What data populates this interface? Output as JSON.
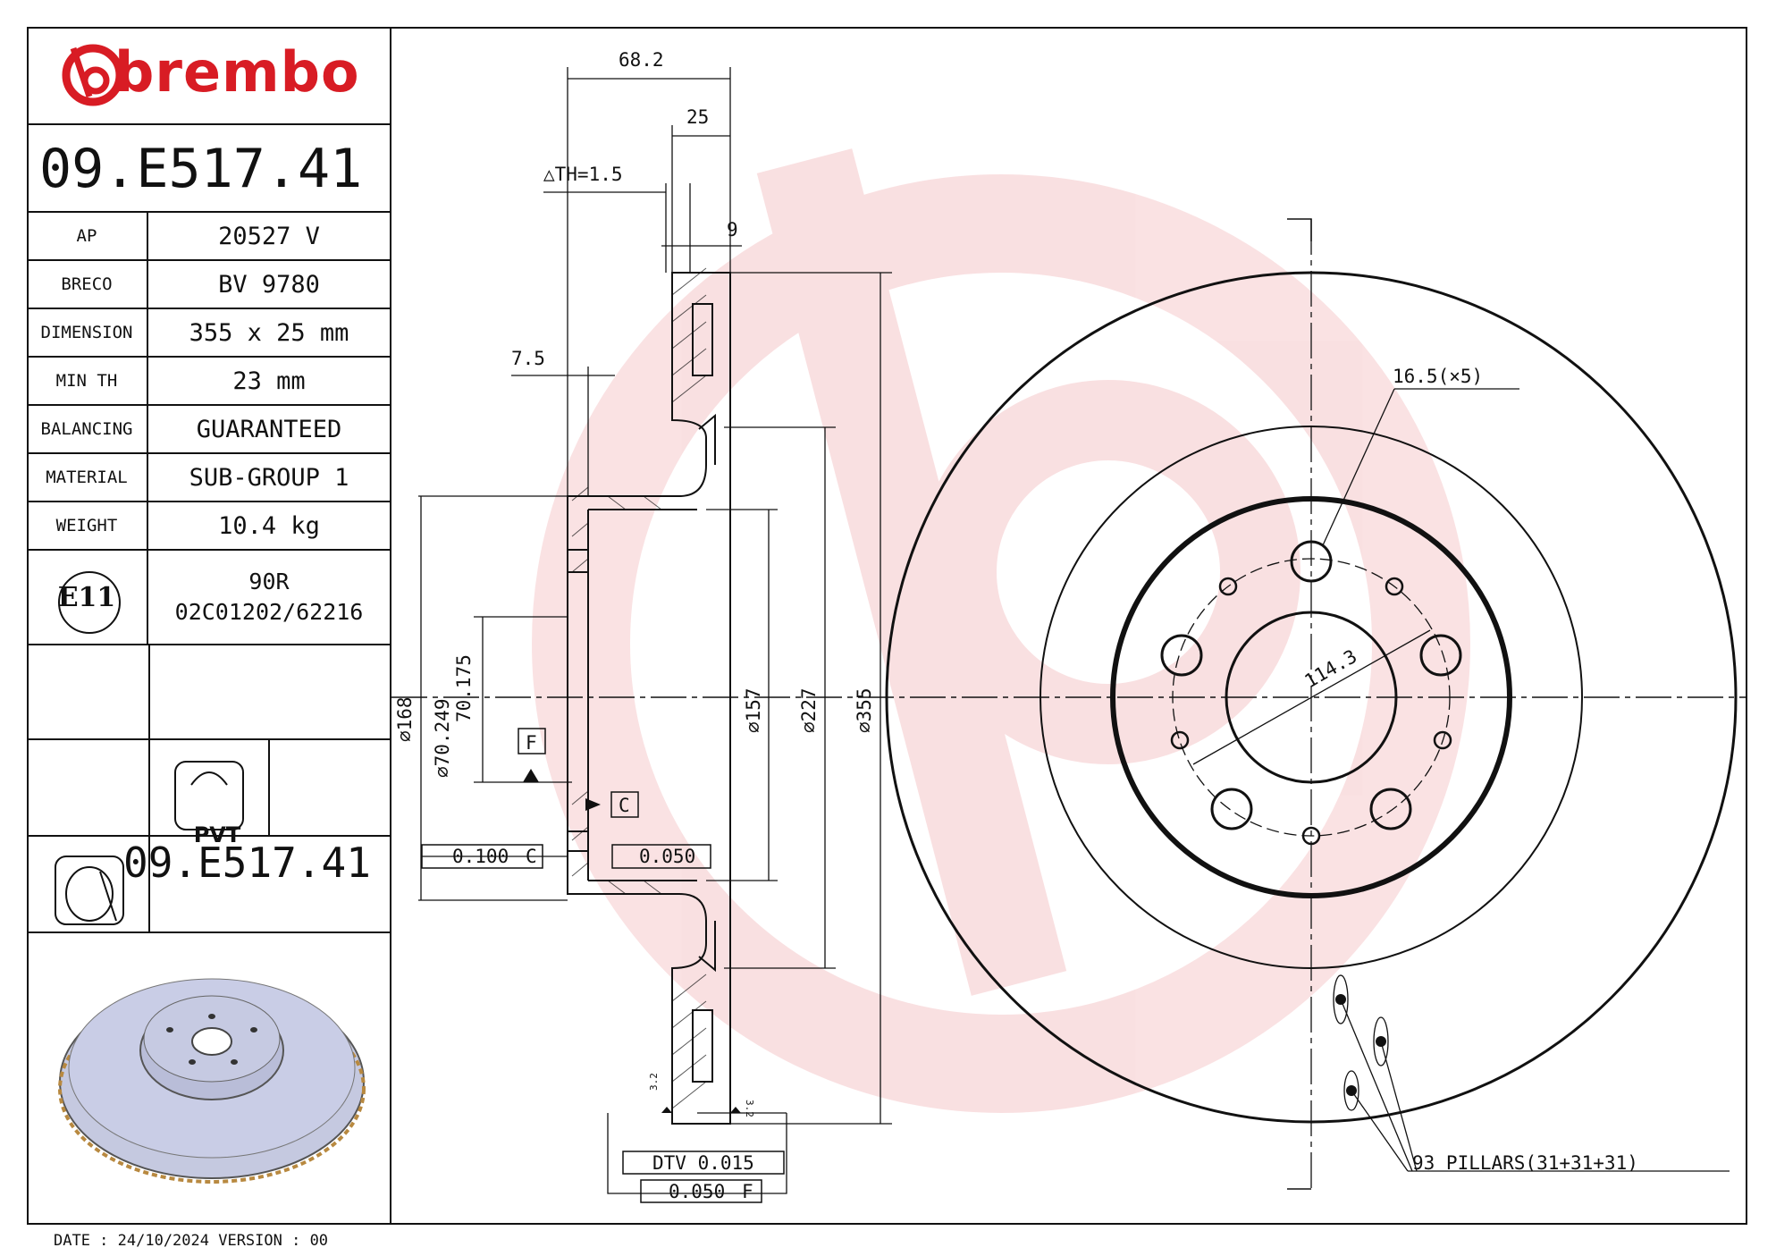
{
  "brand": {
    "name": "brembo",
    "color": "#d81c24"
  },
  "part_number": "09.E517.41",
  "specs": [
    {
      "key": "AP",
      "value": "20527 V"
    },
    {
      "key": "BRECO",
      "value": "BV 9780"
    },
    {
      "key": "DIMENSION",
      "value": "355 x 25 mm"
    },
    {
      "key": "MIN TH",
      "value": "23 mm"
    },
    {
      "key": "BALANCING",
      "value": "GUARANTEED"
    },
    {
      "key": "MATERIAL",
      "value": "SUB-GROUP 1"
    },
    {
      "key": "WEIGHT",
      "value": "10.4 kg"
    }
  ],
  "approval": {
    "mark": "E11",
    "line1": "90R",
    "line2": "02C01202/62216"
  },
  "pvt_label": "PVT",
  "part_number_footer": "09.E517.41",
  "footer": {
    "date": "DATE : 24/10/2024 VERSION : 00"
  },
  "dimensions": {
    "overall_width": "68.2",
    "thickness": "25",
    "th_tolerance": "△TH=1.5",
    "dim_9": "9",
    "dim_7_5": "7.5",
    "dia_168": "⌀168",
    "dia_70": "⌀70.249",
    "dia_70b": "70.175",
    "dia_157": "⌀157",
    "dia_227": "⌀227",
    "dia_355": "⌀355",
    "bolt_hole": "16.5(×5)",
    "pcd": "114.3",
    "pillars": "93 PILLARS(31+31+31)",
    "datum_f": "F",
    "datum_c": "C",
    "tol_parallel": "0.100",
    "tol_parallel_ref": "C",
    "tol_flatness": "0.050",
    "dtv": "DTV 0.015",
    "runout": "0.050",
    "runout_ref": "F",
    "roughness": "3.2"
  }
}
